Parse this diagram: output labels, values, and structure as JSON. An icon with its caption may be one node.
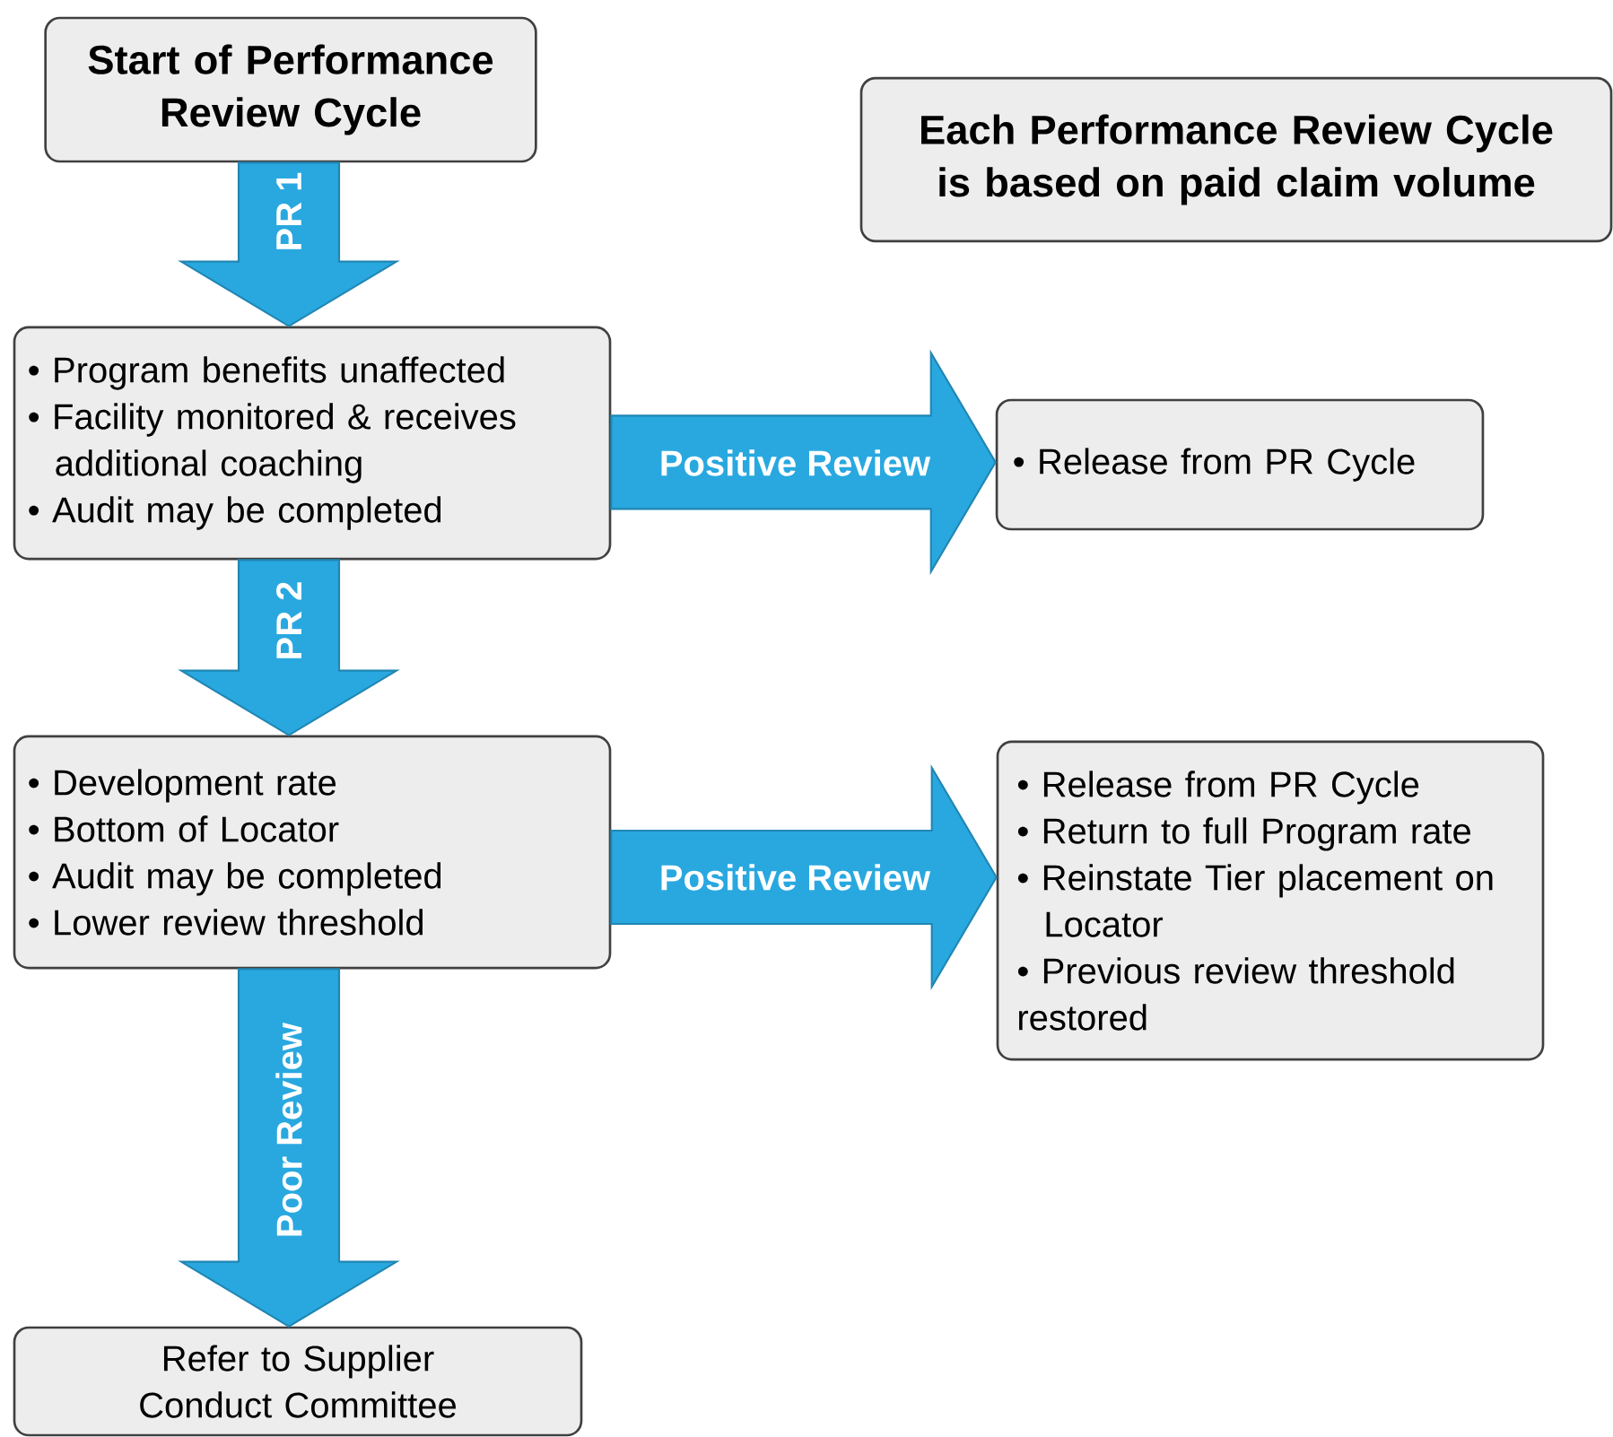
{
  "diagram": {
    "nodes": [
      {
        "text": [
          "Start of Performance Review Cycle"
        ]
      },
      {
        "text": [
          "Each Performance Review Cycle is based on paid claim volume"
        ]
      },
      {
        "text": [
          "• Program benefits unaffected",
          "• Facility monitored & receives additional coaching",
          "• Audit may be completed"
        ]
      },
      {
        "text": [
          "• Release from PR Cycle"
        ]
      },
      {
        "text": [
          "• Development rate",
          "• Bottom of Locator",
          "• Audit may be completed",
          "• Lower review threshold"
        ]
      },
      {
        "text": [
          "• Release from PR Cycle",
          "• Return to full Program rate",
          "• Reinstate Tier placement on Locator",
          "• Previous review threshold restored"
        ]
      },
      {
        "text": [
          "Refer to Supplier Conduct Committee"
        ]
      }
    ],
    "edges": [
      {
        "from": 0,
        "to": 2,
        "arrow": "to",
        "label": "PR 1"
      },
      {
        "from": 2,
        "to": 3,
        "arrow": "to",
        "label": "Positive Review"
      },
      {
        "from": 2,
        "to": 4,
        "arrow": "to",
        "label": "PR 2"
      },
      {
        "from": 4,
        "to": 5,
        "arrow": "to",
        "label": "Positive Review"
      },
      {
        "from": 4,
        "to": 6,
        "arrow": "to",
        "label": "Poor Review"
      }
    ]
  }
}
